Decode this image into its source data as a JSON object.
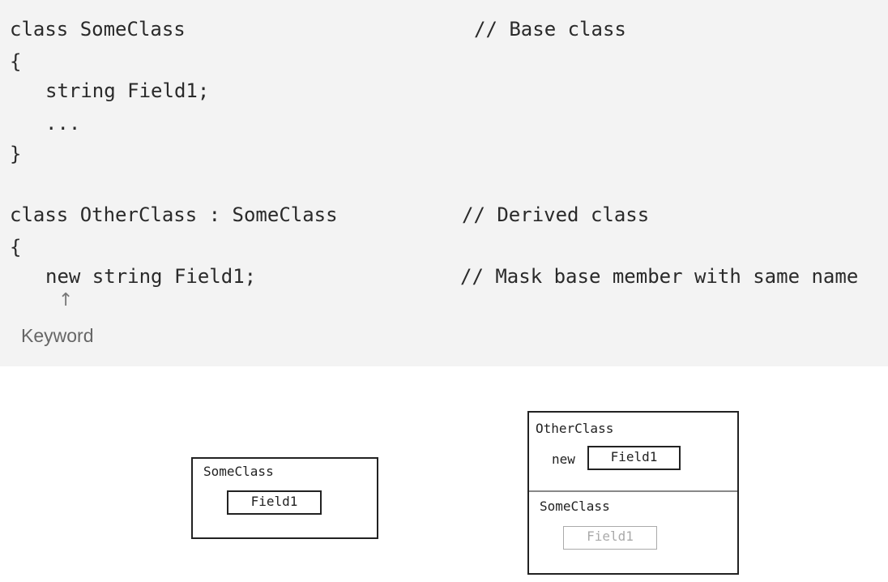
{
  "code": {
    "base": {
      "decl": "class SomeClass",
      "comment": "// Base class",
      "open": "{",
      "member": "string Field1;",
      "ellipsis": "...",
      "close": "}"
    },
    "derived": {
      "decl": "class OtherClass : SomeClass",
      "comment": "// Derived class",
      "open": "{",
      "member": "new string Field1;",
      "member_comment": "// Mask base member with same name",
      "arrow": "↑",
      "keyword_label": "Keyword"
    }
  },
  "diagram": {
    "base_box": {
      "title": "SomeClass",
      "field": "Field1"
    },
    "derived_box": {
      "title": "OtherClass",
      "new_label": "new",
      "new_field": "Field1",
      "base_section_title": "SomeClass",
      "base_field": "Field1"
    }
  }
}
